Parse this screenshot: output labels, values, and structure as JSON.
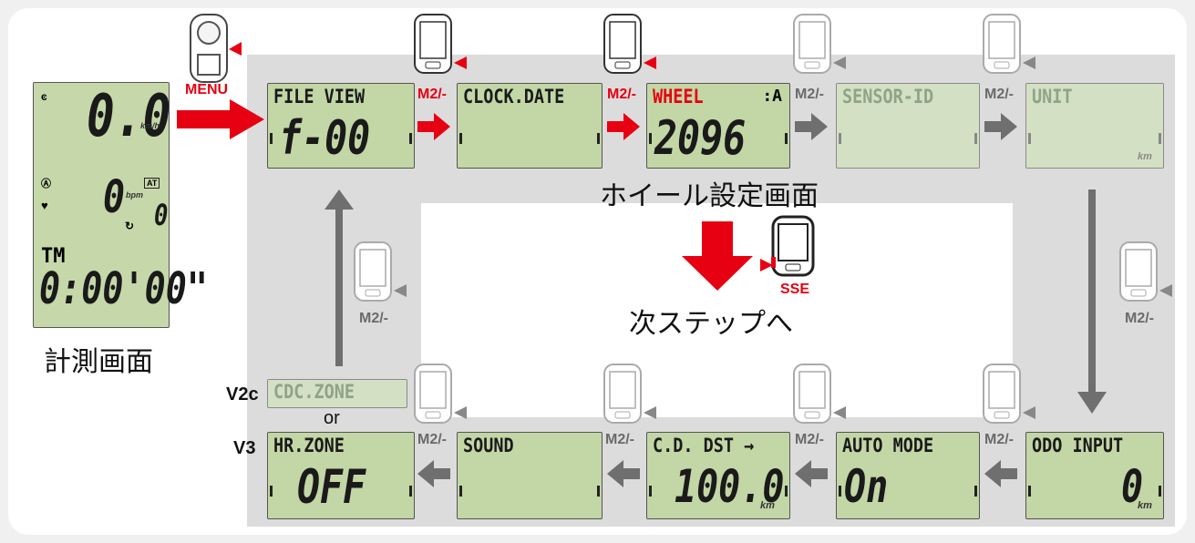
{
  "colors": {
    "accent_red": "#e60012",
    "arrow_gray": "#6f6f6f",
    "lcd_green": "#c3d6a6",
    "lcd_dim": "#d4e0c4",
    "band_gray": "#dcdcdc"
  },
  "labels": {
    "menu": "MENU",
    "sse": "SSE",
    "wheel_screen": "ホイール設定画面",
    "next_step": "次ステップへ",
    "measure_screen": "計測画面",
    "v2c": "V2c",
    "or": "or",
    "v3": "V3",
    "m2": "M2/-"
  },
  "measure_lcd": {
    "speed": "0.0",
    "speed_unit": "km/h",
    "hr": "0",
    "hr_unit": "bpm",
    "at": "AT",
    "cad": "0",
    "tm": "TM",
    "time": "0:00'00\""
  },
  "top_screens": [
    {
      "title": "FILE VIEW",
      "value": "f-00",
      "unit": "",
      "title_red": false,
      "dim": false,
      "badge": ""
    },
    {
      "title": "CLOCK.DATE",
      "value": "",
      "unit": "",
      "title_red": false,
      "dim": false,
      "badge": ""
    },
    {
      "title": "WHEEL",
      "value": "2096",
      "unit": "",
      "title_red": true,
      "dim": false,
      "badge": ":A"
    },
    {
      "title": "SENSOR-ID",
      "value": "",
      "unit": "",
      "title_red": false,
      "dim": true,
      "badge": ""
    },
    {
      "title": "UNIT",
      "value": "",
      "unit": "km",
      "title_red": false,
      "dim": true,
      "badge": ""
    }
  ],
  "bottom_screens": [
    {
      "title": "HR.ZONE",
      "value": "OFF",
      "unit": ""
    },
    {
      "title": "SOUND",
      "value": "",
      "unit": ""
    },
    {
      "title": "C.D. DST →",
      "value": "100.0",
      "unit": "km"
    },
    {
      "title": "AUTO MODE",
      "value": "On",
      "unit": ""
    },
    {
      "title": "ODO INPUT",
      "value": "0",
      "unit": "km"
    }
  ],
  "cdc_screen": {
    "title": "CDC.ZONE"
  }
}
